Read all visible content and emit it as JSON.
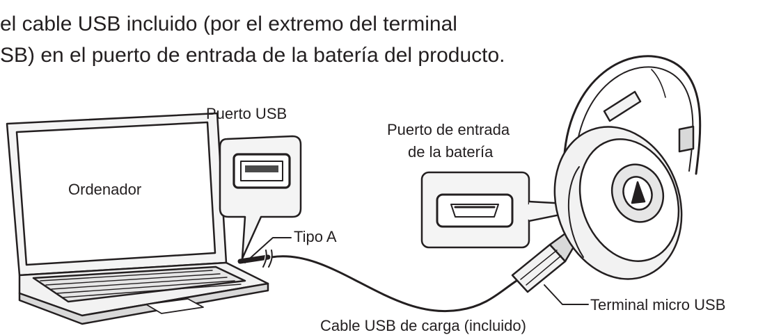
{
  "intro": {
    "line1": "el cable USB incluido (por el extremo del terminal",
    "line2": "SB) en el puerto de entrada de la batería del producto."
  },
  "labels": {
    "computer": "Ordenador",
    "usb_port": "Puerto USB",
    "type_a": "Tipo A",
    "battery_port_line1": "Puerto de entrada",
    "battery_port_line2": "de la batería",
    "micro_usb": "Terminal micro USB",
    "cable": "Cable USB de carga (incluido)"
  },
  "colors": {
    "line": "#231f20",
    "fill_light": "#f2f2f2",
    "fill_mid": "#d9d9d9"
  }
}
